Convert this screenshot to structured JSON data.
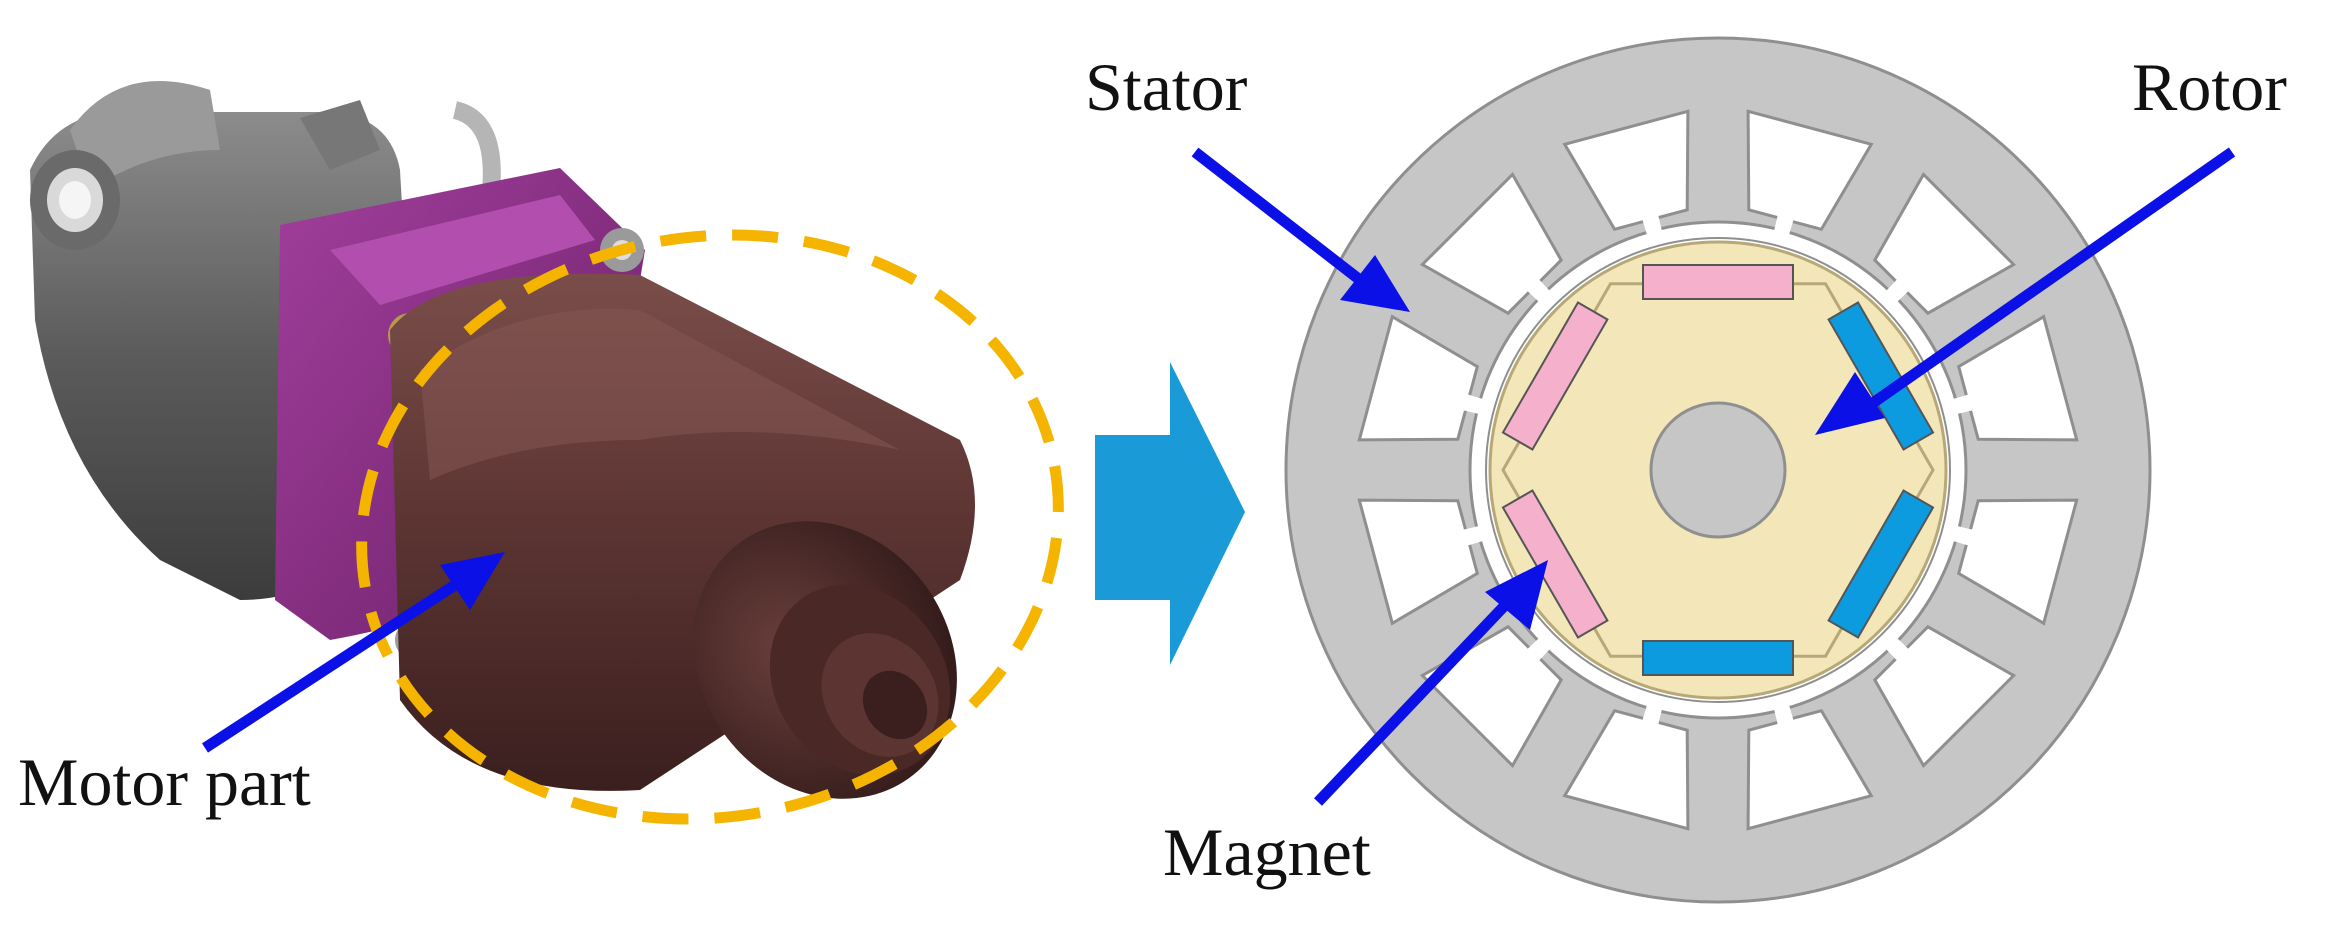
{
  "labels": {
    "motor_part": "Motor part",
    "stator": "Stator",
    "rotor": "Rotor",
    "magnet": "Magnet"
  },
  "colors": {
    "arrow": "#0a10e6",
    "dashed_circle": "#f5b400",
    "big_arrow": "#1a9ad6",
    "stator": "#c6c6c6",
    "rotor_disc": "#f3e6b8",
    "magnet_blue": "#0d9be0",
    "magnet_pink": "#f5b0cc",
    "housing_purple": "#8a2f86",
    "motor_brown": "#5a3432"
  },
  "stator": {
    "slot_count": 12
  },
  "rotor": {
    "magnet_count": 6,
    "magnet_colors_order": [
      "pink",
      "blue",
      "blue",
      "blue",
      "pink",
      "pink"
    ]
  }
}
